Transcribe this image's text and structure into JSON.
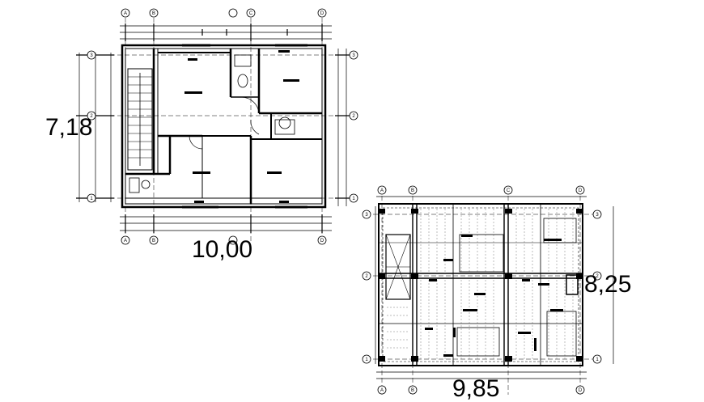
{
  "plan1": {
    "overall_width": "10,00",
    "overall_height": "7,18",
    "grid_columns": [
      "A",
      "B",
      "C",
      "D"
    ],
    "grid_rows": [
      "3",
      "2",
      "1"
    ]
  },
  "plan2": {
    "overall_width": "9,85",
    "overall_height": "8,25",
    "grid_columns": [
      "A",
      "B",
      "C",
      "D"
    ],
    "grid_rows": [
      "3",
      "2",
      "1"
    ]
  },
  "colors": {
    "ink": "#000000",
    "paper": "#ffffff",
    "hatch": "#555555"
  }
}
